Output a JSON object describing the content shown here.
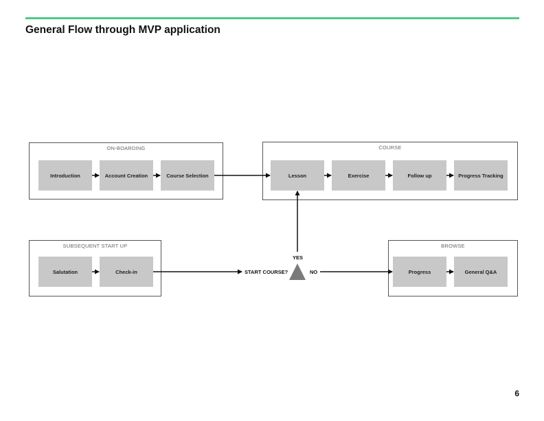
{
  "page": {
    "title": "General Flow through MVP application",
    "number": "6",
    "accent_color": "#4fc98a"
  },
  "groups": {
    "onboarding": {
      "label": "ON-BOARDING",
      "nodes": [
        "Introduction",
        "Account Creation",
        "Course Selection"
      ]
    },
    "course": {
      "label": "COURSE",
      "nodes": [
        "Lesson",
        "Exercise",
        "Follow up",
        "Progress Tracking"
      ]
    },
    "startup": {
      "label": "SUBSEQUENT START UP",
      "nodes": [
        "Salutation",
        "Check-in"
      ]
    },
    "browse": {
      "label": "BROWSE",
      "nodes": [
        "Progress",
        "General Q&A"
      ]
    }
  },
  "decision": {
    "label": "START COURSE?",
    "yes_label": "YES",
    "no_label": "NO"
  }
}
